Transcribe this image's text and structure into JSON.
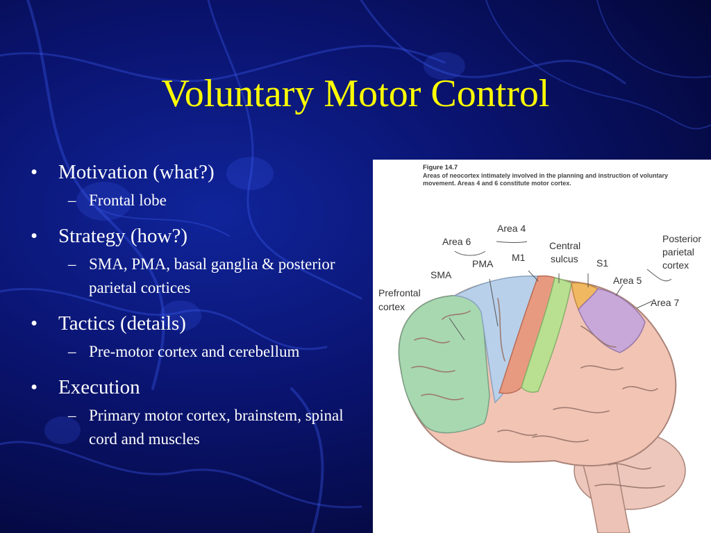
{
  "slide": {
    "title": "Voluntary Motor Control",
    "bullets": [
      {
        "text": "Motivation (what?)",
        "sub": [
          "Frontal lobe"
        ]
      },
      {
        "text": "Strategy (how?)",
        "sub": [
          "SMA, PMA, basal ganglia & posterior parietal cortices"
        ]
      },
      {
        "text": "Tactics (details)",
        "sub": [
          "Pre-motor cortex and cerebellum"
        ]
      },
      {
        "text": "Execution",
        "sub": [
          "Primary motor cortex, brainstem, spinal cord and muscles"
        ]
      }
    ],
    "bullet_marker": "•",
    "sub_marker": "–"
  },
  "figure": {
    "number": "Figure 14.7",
    "caption": "Areas of neocortex intimately involved in the planning and instruction of voluntary movement. Areas 4 and 6 constitute motor cortex.",
    "labels": {
      "area4": "Area 4",
      "area6": "Area 6",
      "m1": "M1",
      "central1": "Central",
      "central2": "sulcus",
      "posterior1": "Posterior",
      "posterior2": "parietal",
      "posterior3": "cortex",
      "pma": "PMA",
      "s1": "S1",
      "sma": "SMA",
      "area5": "Area 5",
      "prefrontal1": "Prefrontal",
      "prefrontal2": "cortex",
      "area7": "Area 7"
    }
  },
  "colors": {
    "title": "#ffff00",
    "text": "#ffffff",
    "prefrontal": "#a8d8b0",
    "area6": "#b8d0ea",
    "area4": "#e89a80",
    "s1": "#b8e090",
    "area5": "#f0b860",
    "area7": "#c8a8d8",
    "cortex": "#f2c4b4"
  }
}
